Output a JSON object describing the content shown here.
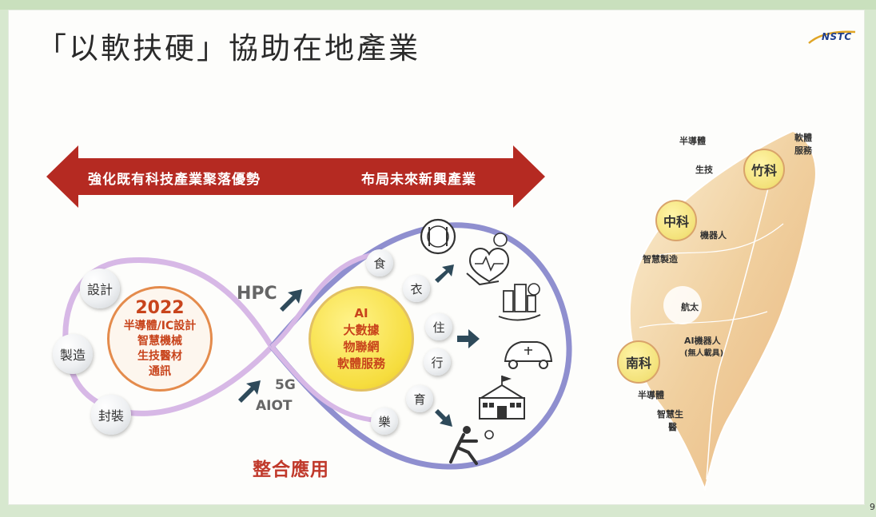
{
  "slide": {
    "title": "「以軟扶硬」協助在地產業",
    "logo_text": "NSTC",
    "page_number": "9"
  },
  "arrow": {
    "left_text": "強化既有科技產業聚落優勢",
    "right_text": "布局未來新興產業"
  },
  "loop": {
    "left_nodes": [
      "設計",
      "製造",
      "封裝"
    ],
    "left_center": {
      "year": "2022",
      "lines": [
        "半導體/IC設計",
        "智慧機械",
        "生技醫材",
        "通訊"
      ]
    },
    "right_center": {
      "lines": [
        "AI",
        "大數據",
        "物聯網",
        "軟體服務"
      ]
    },
    "right_nodes": [
      "食",
      "衣",
      "住",
      "行",
      "育",
      "樂"
    ],
    "hpc_label": "HPC",
    "g5_label": "5G",
    "aiot_label": "AIOT",
    "integrate_label": "整合應用"
  },
  "icons": [
    "dining-icon",
    "health-care-icon",
    "city-icon",
    "electric-car-icon",
    "school-icon",
    "soccer-player-icon"
  ],
  "map": {
    "parks": {
      "hsinchu": "竹科",
      "central": "中科",
      "southern": "南科"
    },
    "hsinchu_labels": {
      "semiconductor": "半導體",
      "biotech": "生技",
      "software_line1": "軟體",
      "software_line2": "服務"
    },
    "central_labels": {
      "robot": "機器人",
      "smart_manufacturing": "智慧製造",
      "aerospace": "航太"
    },
    "southern_labels": {
      "ai_robot": "AI機器人",
      "uav": "(無人載具)",
      "semiconductor": "半導體",
      "smart_med_line1": "智慧生",
      "smart_med_line2": "醫"
    }
  },
  "colors": {
    "arrow": "#b52a22",
    "loop": "#cfaee0",
    "loop_right": "#7f86c4",
    "accent_red": "#c0392b",
    "park_yellow": "#f3e27a",
    "frame_green": "#d7e8cf"
  }
}
